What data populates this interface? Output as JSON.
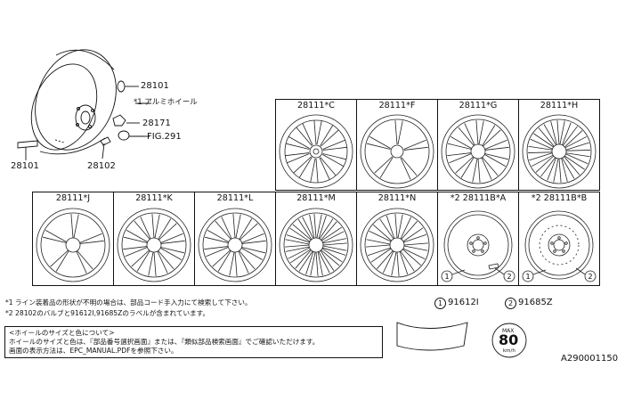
{
  "callouts": {
    "p28101_top": "28101",
    "alum_wheel": "*1 アルミホイール",
    "p28171": "28171",
    "fig291": "FIG.291",
    "p28101_bottom": "28101",
    "p28102": "28102"
  },
  "wheels_row1": [
    {
      "label": "28111*C"
    },
    {
      "label": "28111*F"
    },
    {
      "label": "28111*G"
    },
    {
      "label": "28111*H"
    }
  ],
  "wheels_row2": [
    {
      "label": "28111*J"
    },
    {
      "label": "28111*K"
    },
    {
      "label": "28111*L"
    },
    {
      "label": "28111*M"
    },
    {
      "label": "28111*N"
    },
    {
      "label": "*2  28111B*A"
    },
    {
      "label": "*2  28111B*B"
    }
  ],
  "spare_markers": [
    "1",
    "2"
  ],
  "notes": {
    "note1": "*1 ライン装着品の形状が不明の場合は、部品コード手入力にて検索して下さい。",
    "note2": "*2 28102のバルブと91612I,91685Zのラベルが含まれています。"
  },
  "notice_box": {
    "line1": "<ホイールのサイズと色について>",
    "line2": "ホイールのサイズと色は、『部品番号選択画面』または、『類似部品検索画面』でご確認いただけます。",
    "line3": "画面の表示方法は、EPC_MANUAL.PDFを参照下さい。"
  },
  "labels": {
    "label1_num": "1",
    "label1_part": "91612I",
    "label2_num": "2",
    "label2_part": "91685Z",
    "speed_max": "MAX",
    "speed_value": "80",
    "speed_unit": "km/h"
  },
  "diagram_id": "A290001150"
}
